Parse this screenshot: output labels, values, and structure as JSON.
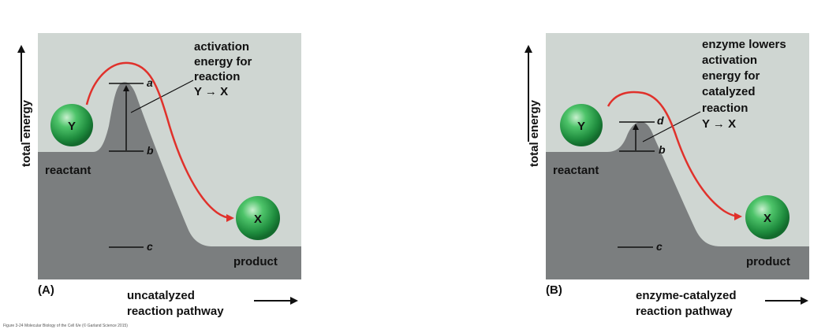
{
  "panel_a": {
    "tag": "(A)",
    "y_axis_label": "total energy",
    "x_label_line1": "uncatalyzed",
    "x_label_line2": "reaction pathway",
    "reactant_label": "reactant",
    "product_label": "product",
    "molecule_reactant": "Y",
    "molecule_product": "X",
    "level_a": "a",
    "level_b": "b",
    "level_c": "c",
    "annotation_line1": "activation",
    "annotation_line2": "energy for",
    "annotation_line3": "reaction",
    "annotation_line4": "Y → X"
  },
  "panel_b": {
    "tag": "(B)",
    "y_axis_label": "total energy",
    "x_label_line1": "enzyme-catalyzed",
    "x_label_line2": "reaction pathway",
    "reactant_label": "reactant",
    "product_label": "product",
    "molecule_reactant": "Y",
    "molecule_product": "X",
    "level_d": "d",
    "level_b": "b",
    "level_c": "c",
    "annotation_line1": "enzyme lowers",
    "annotation_line2": "activation",
    "annotation_line3": "energy for",
    "annotation_line4": "catalyzed",
    "annotation_line5": "reaction",
    "annotation_line6": "Y → X"
  },
  "caption": "Figure 3-24 Molecular Biology of the Cell 6/e (© Garland Science 2015)",
  "colors": {
    "background_panel": "#cfd6d2",
    "energy_profile": "#7b7e7f",
    "pathway_arrow": "#e0312b",
    "molecule_green": "#27a74f"
  }
}
